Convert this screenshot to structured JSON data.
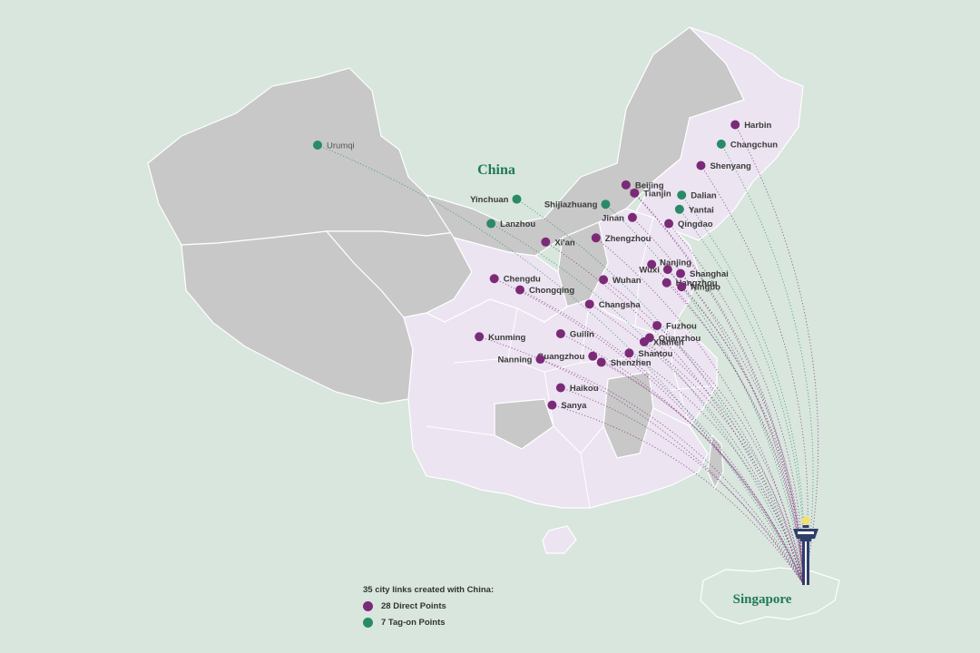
{
  "colors": {
    "background": "#d8e6dd",
    "region_gray": "#c8c8c8",
    "region_lilac": "#ece4f1",
    "direct_point": "#7b2a78",
    "tagon_point": "#2a8a67",
    "title_green": "#1f7a55"
  },
  "map": {
    "country_label": "China",
    "hub_label": "Singapore",
    "hub_icon": "control-tower-icon"
  },
  "cities": [
    {
      "name": "Urumqi",
      "type": "tagon",
      "lon": 87.6,
      "lat": 43.8
    },
    {
      "name": "Harbin",
      "type": "direct",
      "lon": 126.6,
      "lat": 45.8
    },
    {
      "name": "Changchun",
      "type": "tagon",
      "lon": 125.3,
      "lat": 43.9
    },
    {
      "name": "Shenyang",
      "type": "direct",
      "lon": 123.4,
      "lat": 41.8
    },
    {
      "name": "Beijing",
      "type": "direct",
      "lon": 116.4,
      "lat": 39.9
    },
    {
      "name": "Tianjin",
      "type": "direct",
      "lon": 117.2,
      "lat": 39.1
    },
    {
      "name": "Dalian",
      "type": "tagon",
      "lon": 121.6,
      "lat": 38.9
    },
    {
      "name": "Yinchuan",
      "type": "tagon",
      "lon": 106.2,
      "lat": 38.5
    },
    {
      "name": "Shijiazhuang",
      "type": "tagon",
      "lon": 114.5,
      "lat": 38.0
    },
    {
      "name": "Yantai",
      "type": "tagon",
      "lon": 121.4,
      "lat": 37.5
    },
    {
      "name": "Jinan",
      "type": "direct",
      "lon": 117.0,
      "lat": 36.7
    },
    {
      "name": "Qingdao",
      "type": "direct",
      "lon": 120.4,
      "lat": 36.1
    },
    {
      "name": "Lanzhou",
      "type": "tagon",
      "lon": 103.8,
      "lat": 36.1
    },
    {
      "name": "Zhengzhou",
      "type": "direct",
      "lon": 113.6,
      "lat": 34.7
    },
    {
      "name": "Xi'an",
      "type": "direct",
      "lon": 108.9,
      "lat": 34.3
    },
    {
      "name": "Nanjing",
      "type": "direct",
      "lon": 118.8,
      "lat": 32.1
    },
    {
      "name": "Wuxi",
      "type": "direct",
      "lon": 120.3,
      "lat": 31.6
    },
    {
      "name": "Shanghai",
      "type": "direct",
      "lon": 121.5,
      "lat": 31.2
    },
    {
      "name": "Wuhan",
      "type": "direct",
      "lon": 114.3,
      "lat": 30.6
    },
    {
      "name": "Hangzhou",
      "type": "direct",
      "lon": 120.2,
      "lat": 30.3
    },
    {
      "name": "Chengdu",
      "type": "direct",
      "lon": 104.1,
      "lat": 30.7
    },
    {
      "name": "Ningbo",
      "type": "direct",
      "lon": 121.6,
      "lat": 29.9
    },
    {
      "name": "Chongqing",
      "type": "direct",
      "lon": 106.5,
      "lat": 29.6
    },
    {
      "name": "Changsha",
      "type": "direct",
      "lon": 113.0,
      "lat": 28.2
    },
    {
      "name": "Fuzhou",
      "type": "direct",
      "lon": 119.3,
      "lat": 26.1
    },
    {
      "name": "Quanzhou",
      "type": "direct",
      "lon": 118.6,
      "lat": 24.9
    },
    {
      "name": "Kunming",
      "type": "direct",
      "lon": 102.7,
      "lat": 25.0
    },
    {
      "name": "Guilin",
      "type": "direct",
      "lon": 110.3,
      "lat": 25.3
    },
    {
      "name": "Xiamen",
      "type": "direct",
      "lon": 118.1,
      "lat": 24.5
    },
    {
      "name": "Shantou",
      "type": "direct",
      "lon": 116.7,
      "lat": 23.4
    },
    {
      "name": "Guangzhou",
      "type": "direct",
      "lon": 113.3,
      "lat": 23.1
    },
    {
      "name": "Shenzhen",
      "type": "direct",
      "lon": 114.1,
      "lat": 22.5
    },
    {
      "name": "Nanning",
      "type": "direct",
      "lon": 108.4,
      "lat": 22.8
    },
    {
      "name": "Haikou",
      "type": "direct",
      "lon": 110.3,
      "lat": 20.0
    },
    {
      "name": "Sanya",
      "type": "direct",
      "lon": 109.5,
      "lat": 18.3
    }
  ],
  "legend": {
    "heading": "35 city links created with China:",
    "direct": "28 Direct Points",
    "tagon": "7 Tag-on Points"
  }
}
